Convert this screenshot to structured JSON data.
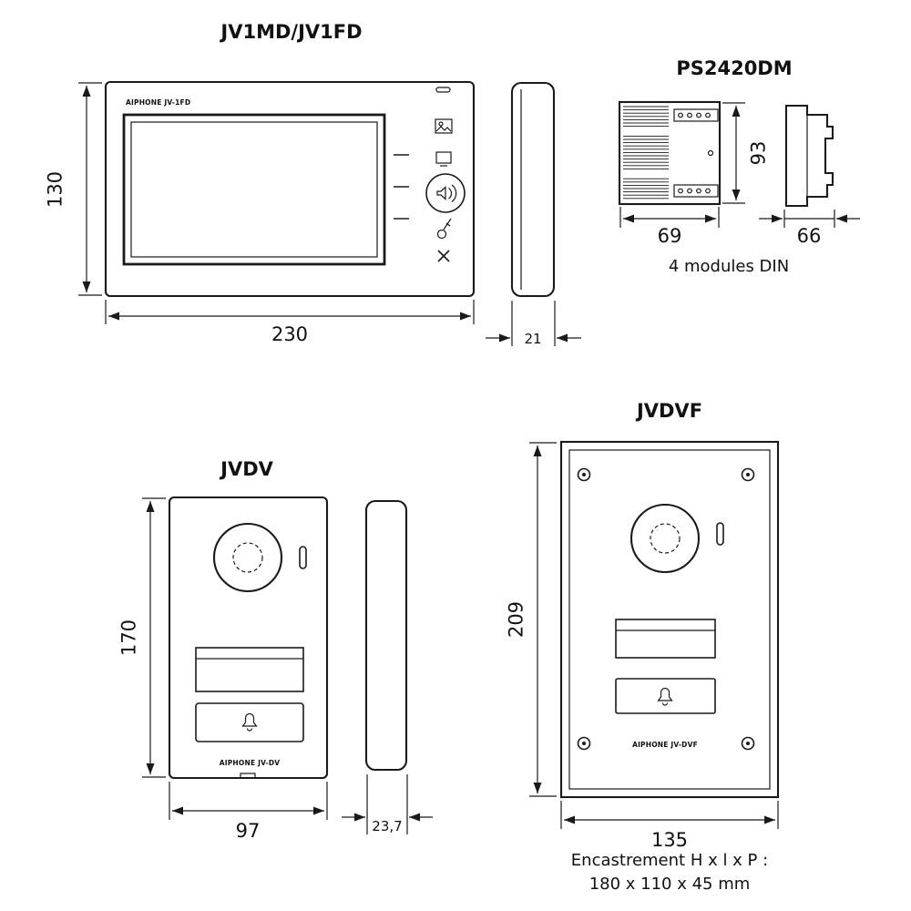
{
  "diagram": {
    "monitor": {
      "title": "JV1MD/JV1FD",
      "brand": "AIPHONE JV-1FD",
      "height_mm": "130",
      "width_mm": "230",
      "depth_mm": "21"
    },
    "power_supply": {
      "title": "PS2420DM",
      "height_mm": "93",
      "width_mm": "69",
      "depth_mm": "66",
      "note": "4 modules DIN"
    },
    "door_surface": {
      "title": "JVDV",
      "brand": "AIPHONE JV-DV",
      "height_mm": "170",
      "width_mm": "97",
      "depth_mm": "23,7"
    },
    "door_flush": {
      "title": "JVDVF",
      "brand": "AIPHONE JV-DVF",
      "height_mm": "209",
      "width_mm": "135",
      "note_line1": "Encastrement H x l x P :",
      "note_line2": "180 x 110 x 45 mm"
    }
  },
  "colors": {
    "line": "#1a1a1a",
    "background": "#ffffff"
  }
}
